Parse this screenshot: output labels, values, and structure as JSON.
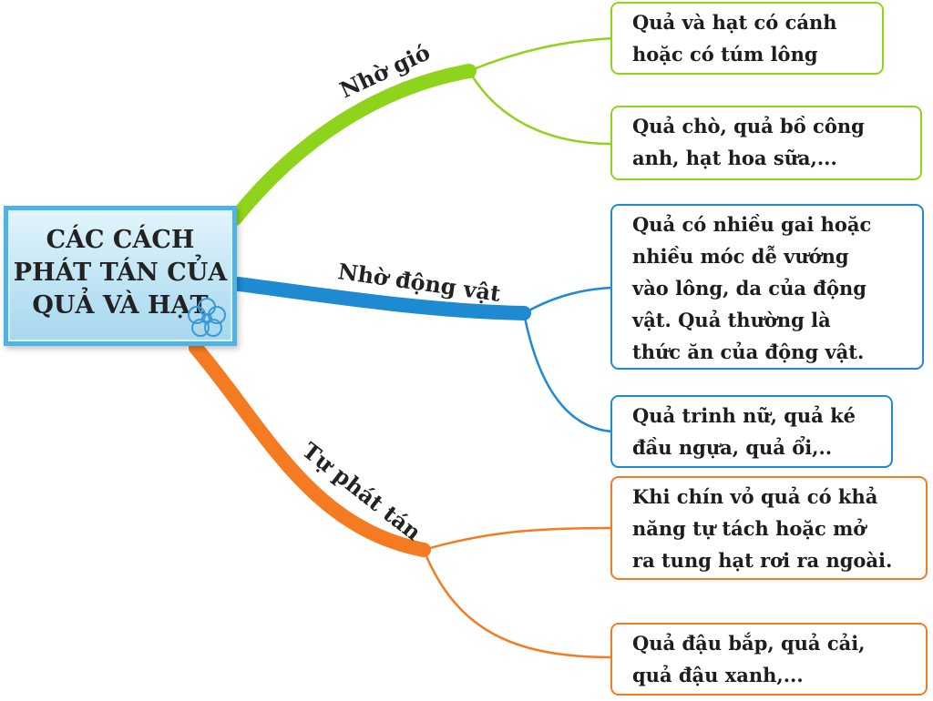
{
  "colors": {
    "green": "#8fd41c",
    "blue": "#1d8ad2",
    "orange": "#f47b22",
    "center_border": "#4fb3e6"
  },
  "center": {
    "lines": [
      "CÁC CÁCH",
      "PHÁT TÁN CỦA",
      "QUẢ VÀ HẠT"
    ],
    "icon": "flower-icon"
  },
  "branches": [
    {
      "label": "Nhờ gió",
      "color": "green",
      "boxes": [
        {
          "lines": [
            "Quả và hạt có cánh",
            "hoặc có túm lông"
          ]
        },
        {
          "lines": [
            "Quả chò, quả bồ công",
            "anh, hạt hoa sữa,..."
          ]
        }
      ]
    },
    {
      "label": "Nhờ động vật",
      "color": "blue",
      "boxes": [
        {
          "lines": [
            "Quả có nhiều gai hoặc",
            "nhiều móc dễ vướng",
            "vào lông, da của động",
            "vật. Quả thường là",
            "thức ăn của động vật."
          ]
        },
        {
          "lines": [
            "Quả trinh nữ, quả ké",
            "đầu ngựa, quả ổi,.."
          ]
        }
      ]
    },
    {
      "label": "Tự phát tán",
      "color": "orange",
      "boxes": [
        {
          "lines": [
            "Khi chín vỏ quả có khả",
            "năng tự tách hoặc mở",
            "ra tung hạt rơi ra ngoài."
          ]
        },
        {
          "lines": [
            "Quả đậu bắp, quả cải,",
            "quả đậu xanh,..."
          ]
        }
      ]
    }
  ]
}
